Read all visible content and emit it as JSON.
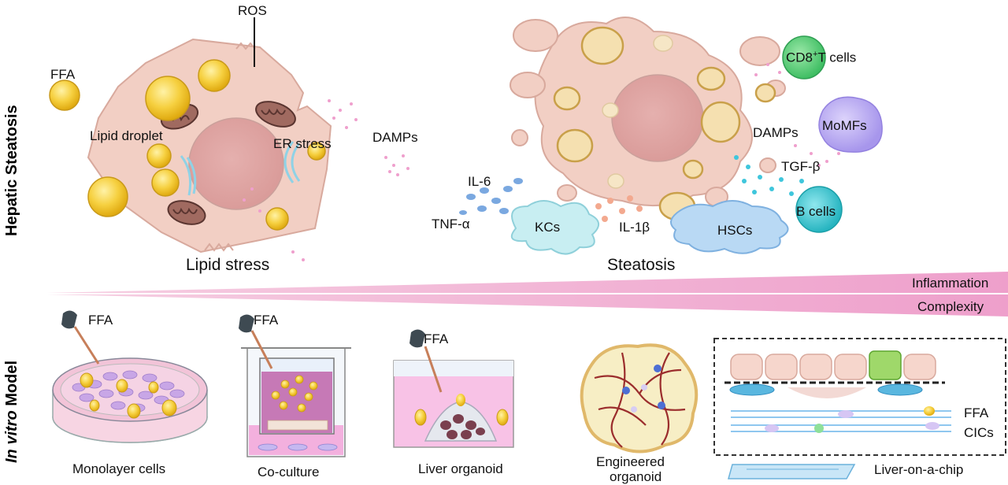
{
  "side_labels": {
    "top": "Hepatic Steatosis",
    "bottom_italic": "In vitro",
    "bottom_rest": " Model"
  },
  "lipid_stress_panel": {
    "ros": "ROS",
    "ffa": "FFA",
    "lipid_droplet": "Lipid droplet",
    "er_stress": "ER stress",
    "damps": "DAMPs",
    "caption": "Lipid stress"
  },
  "steatosis_panel": {
    "cd8_prefix": "CD8",
    "cd8_sup": "+",
    "cd8_suffix": "T cells",
    "momfs": "MoMFs",
    "damps": "DAMPs",
    "tgf": "TGF-β",
    "b_cells": "B cells",
    "il6": "IL-6",
    "tnf": "TNF-α",
    "kcs": "KCs",
    "il1b": "IL-1β",
    "hscs": "HSCs",
    "caption": "Steatosis"
  },
  "gradients": {
    "inflammation": "Inflammation",
    "complexity": "Complexity"
  },
  "models": {
    "monolayer": {
      "ffa": "FFA",
      "caption": "Monolayer cells"
    },
    "coculture": {
      "ffa": "FFA",
      "caption": "Co-culture"
    },
    "organoid": {
      "ffa": "FFA",
      "caption": "Liver organoid"
    },
    "engineered": {
      "caption_line1": "Engineered",
      "caption_line2": "organoid"
    },
    "chip": {
      "ffa": "FFA",
      "cics": "CICs",
      "caption": "Liver-on-a-chip"
    }
  },
  "colors": {
    "hepatocyte": "#f2cfc4",
    "nucleus": "#e0a8a6",
    "lipid": "#f3cb3a",
    "pink_gradient": "#f0a8cf",
    "kc": "#bfeef2",
    "hsc": "#b8d8f2",
    "cd8": "#5ecf78",
    "momf": "#b7a6ee",
    "bcell": "#3fc6cf"
  }
}
